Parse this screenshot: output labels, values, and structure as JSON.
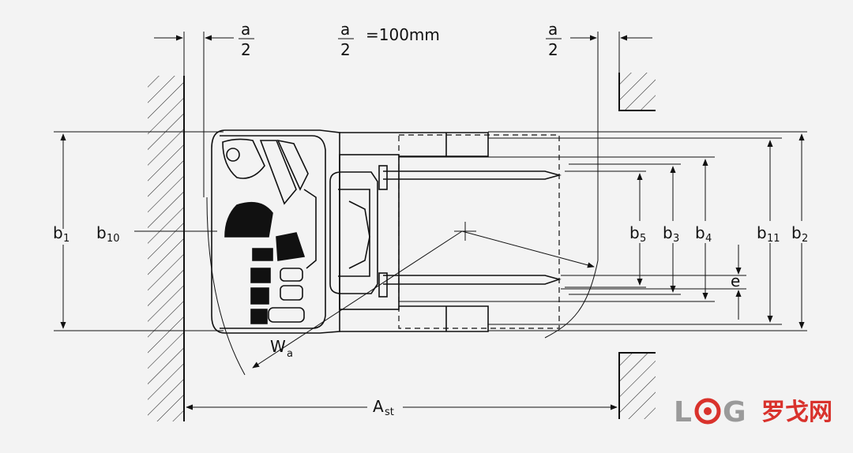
{
  "dims": {
    "a": "a",
    "two": "2",
    "equals_value": "=100mm",
    "Wa_main": "W",
    "Wa_sub": "a",
    "Ast_main": "A",
    "Ast_sub": "st",
    "e": "e"
  },
  "left_labels": [
    {
      "main": "b",
      "sub": "1"
    },
    {
      "main": "b",
      "sub": "10"
    }
  ],
  "right_labels": [
    {
      "main": "b",
      "sub": "5"
    },
    {
      "main": "b",
      "sub": "3"
    },
    {
      "main": "b",
      "sub": "4"
    },
    {
      "main": "b",
      "sub": "11"
    },
    {
      "main": "b",
      "sub": "2"
    }
  ],
  "logo": {
    "letters": "LOG",
    "chinese": "罗戈网"
  },
  "colors": {
    "background": "#f3f3f3",
    "line": "#111111",
    "logo_red": "#d9322c",
    "logo_gray": "#9a9a9a"
  }
}
